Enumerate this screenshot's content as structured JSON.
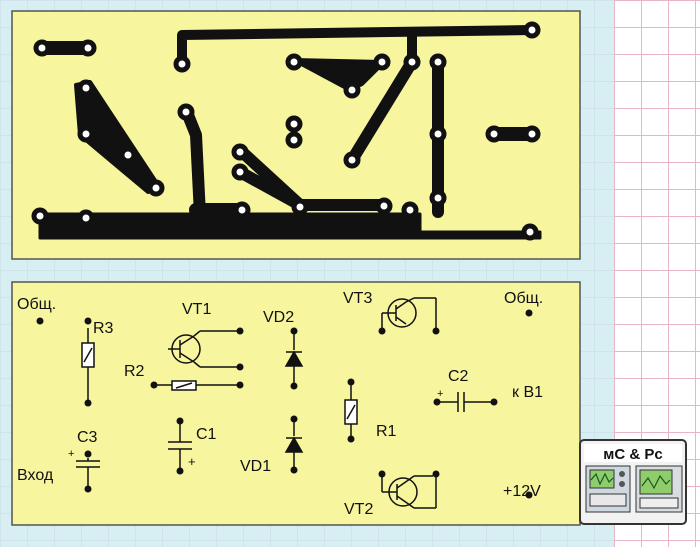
{
  "colors": {
    "board": "#f7f59e",
    "traces": "#111111",
    "pads": "#ffffff",
    "background": "#d7eef3",
    "grid": "#e6b7c2"
  },
  "schematic": {
    "ground_left": "Общ.",
    "ground_right": "Общ.",
    "R3": "R3",
    "VT1": "VT1",
    "VD2": "VD2",
    "VT3": "VT3",
    "R2": "R2",
    "C2": "C2",
    "output": "к В1",
    "R1": "R1",
    "C3": "C3",
    "C1": "C1",
    "input": "Вход",
    "VD1": "VD1",
    "supply": "+12V",
    "VT2": "VT2",
    "plus_c3": "+",
    "plus_c1": "+",
    "plus_c2": "+"
  },
  "logo": {
    "text": "мС & Рс",
    "icon": "oscilloscope-icon"
  }
}
